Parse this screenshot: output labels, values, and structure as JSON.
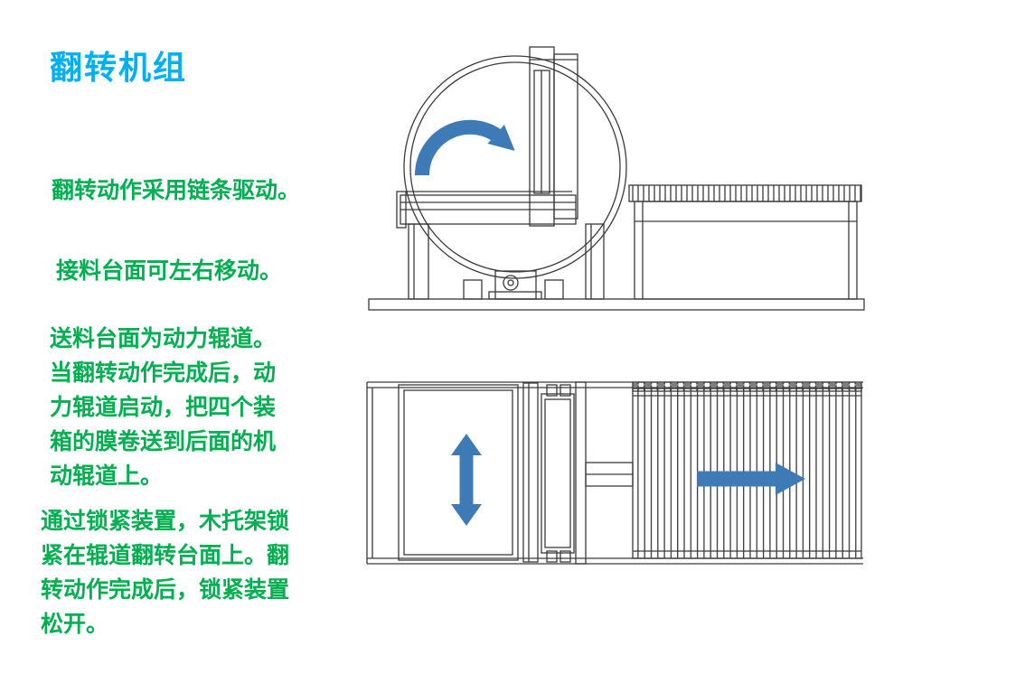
{
  "slide": {
    "title": "翻转机组",
    "notes": [
      {
        "text": "翻转动作采用链条驱动。"
      },
      {
        "text": "接料台面可左右移动。"
      },
      {
        "text": "送料台面为动力辊道。\n当翻转动作完成后，动\n力辊道启动，把四个装\n箱的膜卷送到后面的机\n动辊道上。"
      },
      {
        "text": "通过锁紧装置，木托架锁\n紧在辊道翻转台面上。翻\n转动作完成后，锁紧装置\n松开。"
      }
    ]
  },
  "icons": [
    {
      "name": "rotation-arrow-icon",
      "meaning": "clockwise flip rotation"
    },
    {
      "name": "up-down-arrow-icon",
      "meaning": "table moves left-right (shown as double arrow)"
    },
    {
      "name": "right-arrow-icon",
      "meaning": "rolls conveyed to rear roller line"
    }
  ],
  "colors": {
    "title_color": "#00B0F0",
    "note_color": "#00B050",
    "line_color": "#3a3a3a",
    "arrow_color": "#3E7BB6"
  }
}
